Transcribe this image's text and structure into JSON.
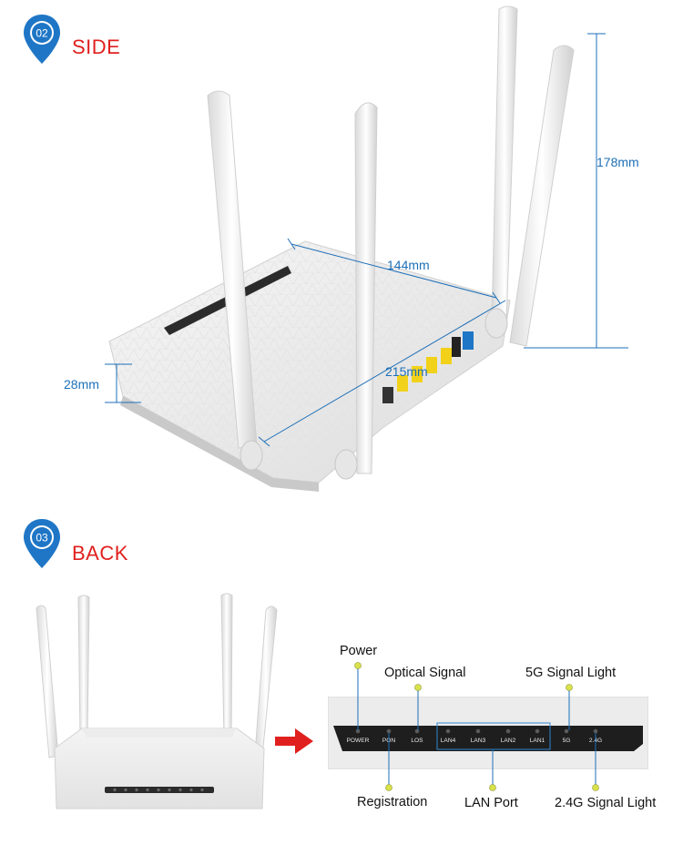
{
  "side_section": {
    "badge_number": "02",
    "title": "SIDE",
    "dimensions": {
      "height_label": "178mm",
      "depth_label": "144mm",
      "width_label": "215mm",
      "thickness_label": "28mm"
    }
  },
  "back_section": {
    "badge_number": "03",
    "title": "BACK"
  },
  "indicator_panel": {
    "leds": [
      "POWER",
      "PON",
      "LOS",
      "LAN4",
      "LAN3",
      "LAN2",
      "LAN1",
      "5G",
      "2.4G"
    ],
    "callouts": {
      "power": "Power",
      "optical_signal": "Optical Signal",
      "signal_5g": "5G Signal Light",
      "registration": "Registration",
      "lan_port": "LAN Port",
      "signal_24g": "2.4G Signal Light"
    }
  },
  "colors": {
    "accent_red": "#e0201e",
    "pin_blue": "#1f76c6",
    "dimension_blue": "#1d6fb8",
    "callout_dot": "#d9e24a"
  }
}
